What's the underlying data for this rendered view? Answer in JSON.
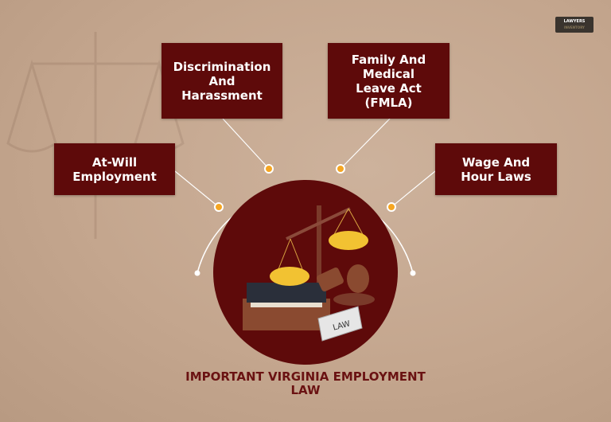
{
  "logo": {
    "line1": "LAWYERS",
    "line2": "INVENTORY"
  },
  "topics": [
    {
      "label": "At-Will\nEmployment"
    },
    {
      "label": "Discrimination\nAnd\nHarassment"
    },
    {
      "label": "Family And\nMedical\nLeave Act\n(FMLA)"
    },
    {
      "label": "Wage And\nHour Laws"
    }
  ],
  "center": {
    "icon": "scales-of-justice-gavel-books",
    "plaque": "LAW"
  },
  "title": "IMPORTANT VIRGINIA EMPLOYMENT\nLAW",
  "colors": {
    "box": "#5e0a0a",
    "accent": "#f5a623",
    "title": "#6a1212",
    "circle": "#5e0a0a"
  }
}
